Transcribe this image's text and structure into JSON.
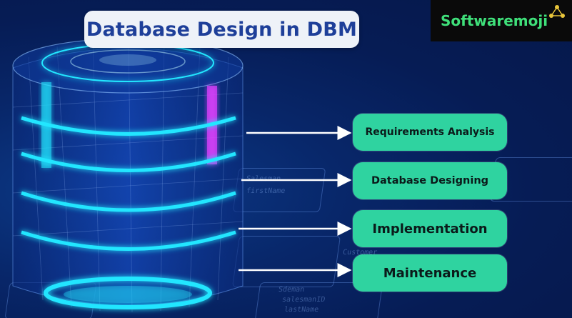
{
  "title": "Database Design in DBM",
  "logo": {
    "text": "Softwaremoji",
    "icon": "network-nodes-icon"
  },
  "steps": [
    {
      "label": "Requirements Analysis"
    },
    {
      "label": "Database Designing"
    },
    {
      "label": "Implementation"
    },
    {
      "label": "Maintenance"
    }
  ],
  "background_text": [
    "Sdeman",
    "Salesman",
    "salesmanID",
    "firstName",
    "lastName",
    "Customer"
  ],
  "colors": {
    "background": "#061c55",
    "title_text": "#1e3f99",
    "step_fill": "#2fd3a0",
    "logo_text": "#3fe07a",
    "ring_glow": "#22e6ff",
    "arrow": "#ffffff"
  }
}
